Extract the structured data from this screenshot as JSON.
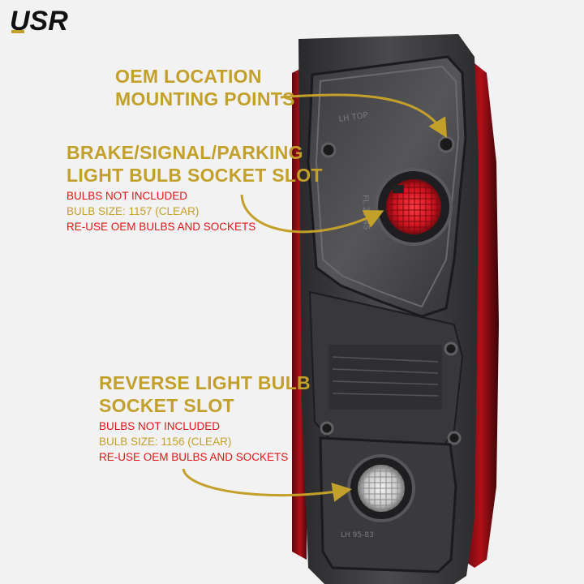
{
  "brand": {
    "logo_text": "USR"
  },
  "callouts": {
    "oem": {
      "line1": "OEM LOCATION",
      "line2": "MOUNTING POINTS"
    },
    "brake": {
      "line1": "BRAKE/SIGNAL/PARKING",
      "line2": "LIGHT BULB SOCKET SLOT",
      "note1": "BULBS NOT INCLUDED",
      "note2": "BULB SIZE: 1157 (CLEAR)",
      "note3": "RE-USE OEM BULBS AND SOCKETS"
    },
    "reverse": {
      "line1": "REVERSE LIGHT BULB",
      "line2": "SOCKET SLOT",
      "note1": "BULBS NOT INCLUDED",
      "note2": "BULB SIZE: 1156 (CLEAR)",
      "note3": "RE-USE OEM BULBS AND SOCKETS"
    }
  },
  "housing_marks": {
    "top_mark": "LH TOP",
    "part_number": "FL 29-45",
    "bottom_mark": "LH 95-83"
  },
  "colors": {
    "gold": "#c3a02a",
    "red_note": "#e01515",
    "lens_red": "#b01018",
    "housing": "#2b2b2d"
  }
}
